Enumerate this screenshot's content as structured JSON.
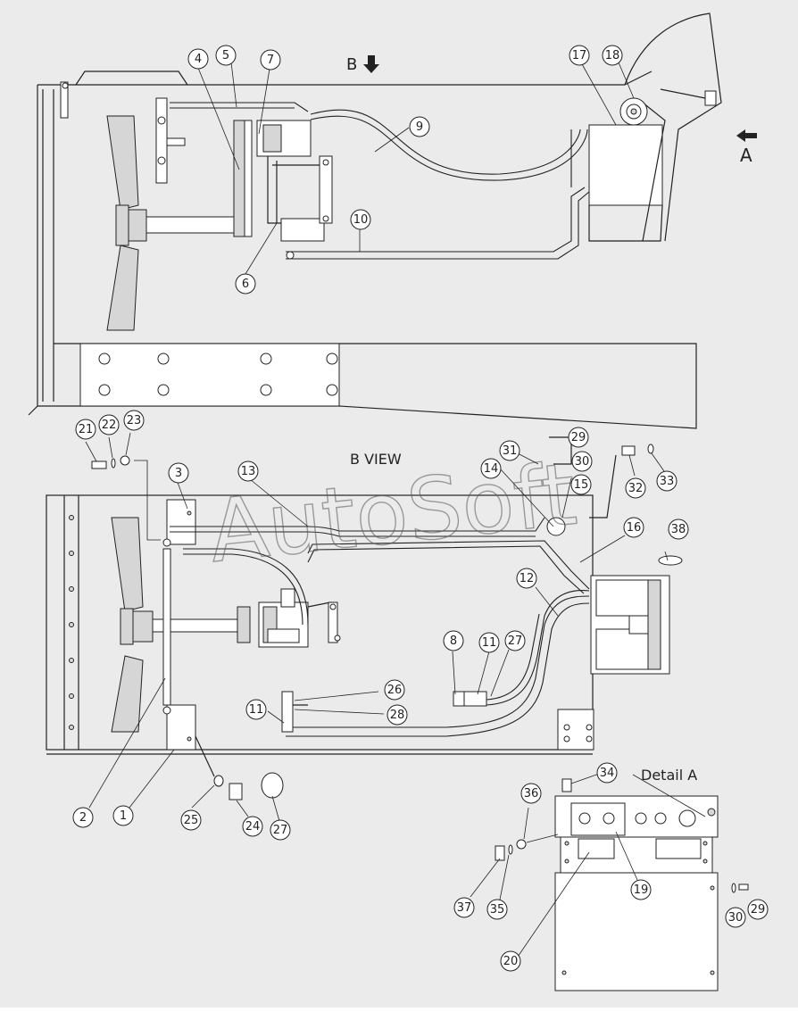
{
  "labels": {
    "view_b_arrow": "B",
    "view_a_arrow": "A",
    "b_view_title": "B VIEW",
    "detail_a_title": "Detail A",
    "watermark": "AutoSoft"
  },
  "callouts": [
    "1",
    "2",
    "3",
    "4",
    "5",
    "6",
    "7",
    "8",
    "9",
    "10",
    "11",
    "12",
    "13",
    "14",
    "15",
    "16",
    "17",
    "18",
    "19",
    "20",
    "21",
    "22",
    "23",
    "24",
    "25",
    "26",
    "27",
    "28",
    "29",
    "30",
    "31",
    "32",
    "33",
    "34",
    "35",
    "36",
    "37",
    "38"
  ]
}
